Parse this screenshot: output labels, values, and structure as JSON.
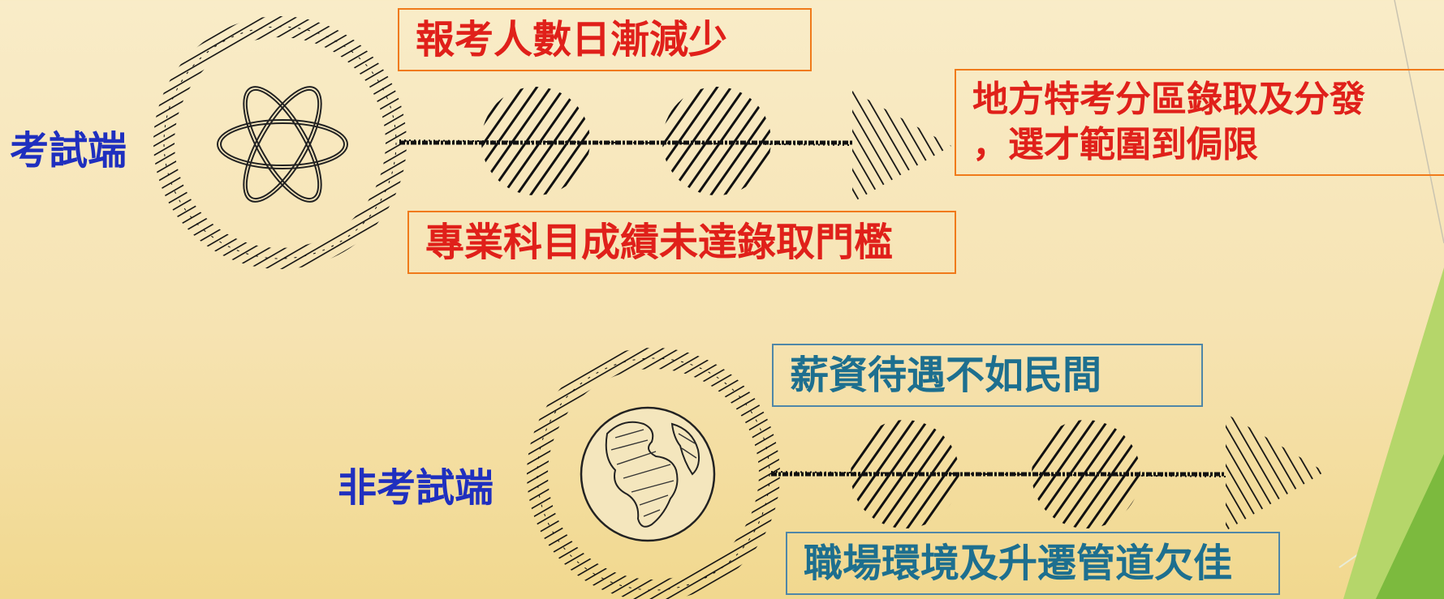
{
  "colors": {
    "label_blue": "#1f2fbf",
    "red_text": "#e0201a",
    "red_border": "#f07a1a",
    "teal_text": "#1d6f8f",
    "teal_border": "#4f87a8",
    "accent_green": "#7cba3e"
  },
  "top_flow": {
    "label": "考試端",
    "icon": "atom-icon",
    "issue_upper": "報考人數日漸減少",
    "issue_lower": "專業科目成績未達錄取門檻",
    "result_lines": [
      "地方特考分區錄取及分發",
      "，選才範圍到侷限"
    ]
  },
  "bottom_flow": {
    "label": "非考試端",
    "icon": "globe-icon",
    "issue_upper": "薪資待遇不如民間",
    "issue_lower": "職場環境及升遷管道欠佳"
  }
}
